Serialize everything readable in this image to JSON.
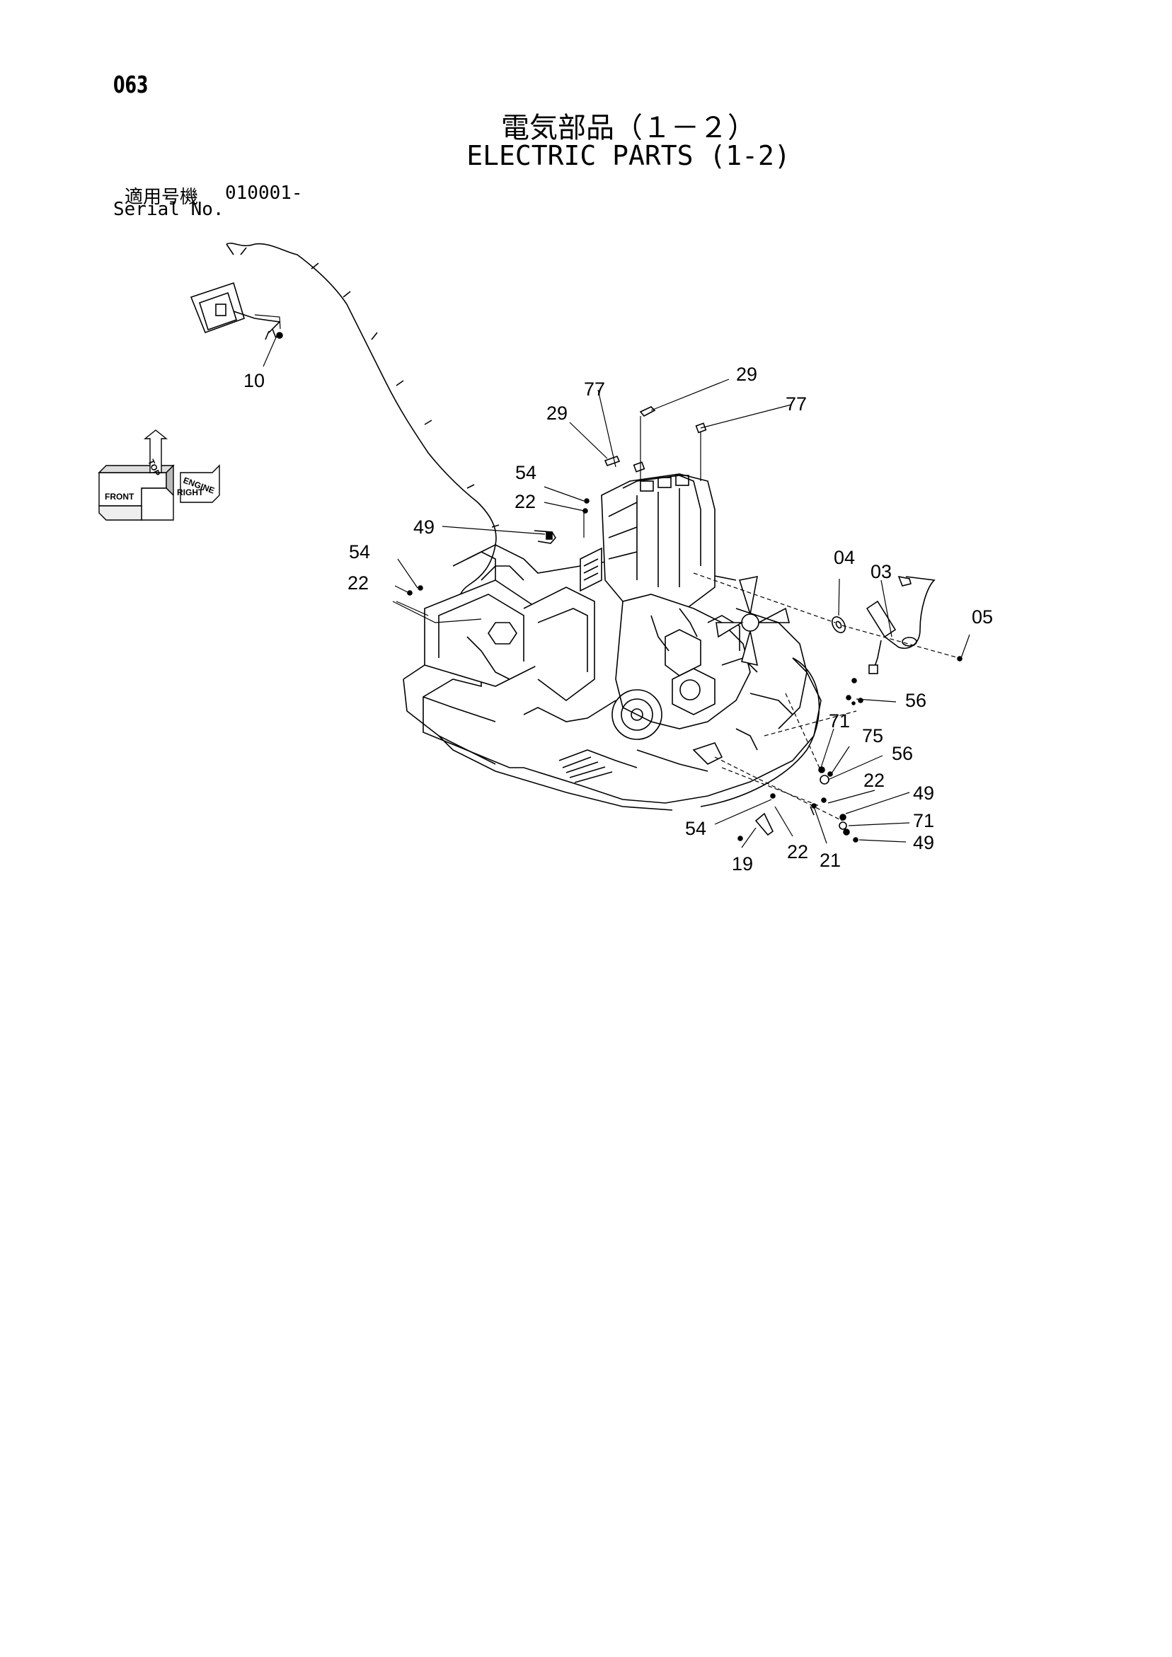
{
  "header": {
    "page_number": "063",
    "title_jp": "電気部品（１－２）",
    "title_en": "ELECTRIC PARTS (1-2)",
    "serial_label_jp": "適用号機",
    "serial_value": "010001-",
    "serial_label_en": "Serial No."
  },
  "direction_indicator": {
    "front": "FRONT",
    "top": "TOP",
    "right": "RIGHT",
    "engine": "ENGINE"
  },
  "callouts": [
    {
      "id": "c10",
      "text": "10"
    },
    {
      "id": "c77a",
      "text": "77"
    },
    {
      "id": "c29a",
      "text": "29"
    },
    {
      "id": "c29b",
      "text": "29"
    },
    {
      "id": "c77b",
      "text": "77"
    },
    {
      "id": "c54a",
      "text": "54"
    },
    {
      "id": "c22a",
      "text": "22"
    },
    {
      "id": "c49a",
      "text": "49"
    },
    {
      "id": "c54b",
      "text": "54"
    },
    {
      "id": "c22b",
      "text": "22"
    },
    {
      "id": "c04",
      "text": "04"
    },
    {
      "id": "c03",
      "text": "03"
    },
    {
      "id": "c05",
      "text": "05"
    },
    {
      "id": "c56a",
      "text": "56"
    },
    {
      "id": "c71a",
      "text": "71"
    },
    {
      "id": "c75",
      "text": "75"
    },
    {
      "id": "c56b",
      "text": "56"
    },
    {
      "id": "c22c",
      "text": "22"
    },
    {
      "id": "c49b",
      "text": "49"
    },
    {
      "id": "c71b",
      "text": "71"
    },
    {
      "id": "c49c",
      "text": "49"
    },
    {
      "id": "c54c",
      "text": "54"
    },
    {
      "id": "c22d",
      "text": "22"
    },
    {
      "id": "c21",
      "text": "21"
    },
    {
      "id": "c19",
      "text": "19"
    }
  ]
}
